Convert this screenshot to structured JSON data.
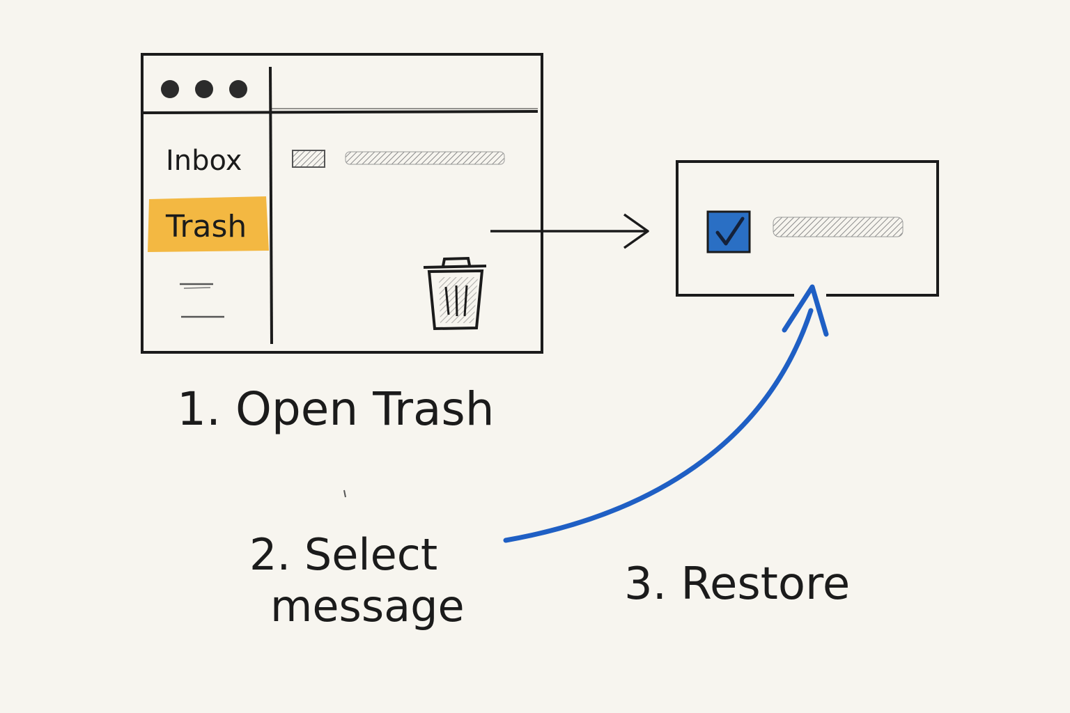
{
  "colors": {
    "ink": "#1b1b1b",
    "paper": "#f7f5ef",
    "highlight": "#f2b233",
    "accent_blue": "#1f5fc4",
    "checkbox_fill": "#2a6fc4",
    "pencil_gray": "#8a8a8a"
  },
  "mail_window": {
    "window_controls": [
      "dot-icon",
      "dot-icon",
      "dot-icon"
    ],
    "sidebar": {
      "inbox_label": "Inbox",
      "trash_label": "Trash",
      "trash_selected": true
    },
    "icons": {
      "message_envelope": "envelope-icon",
      "trash_can": "trash-can-icon"
    }
  },
  "restore_panel": {
    "checkbox_checked": true,
    "icons": {
      "checkbox": "checkbox-checked-icon"
    }
  },
  "steps": {
    "step1": "1. Open Trash",
    "step2_line1": "2. Select",
    "step2_line2": "message",
    "step3": "3. Restore"
  }
}
